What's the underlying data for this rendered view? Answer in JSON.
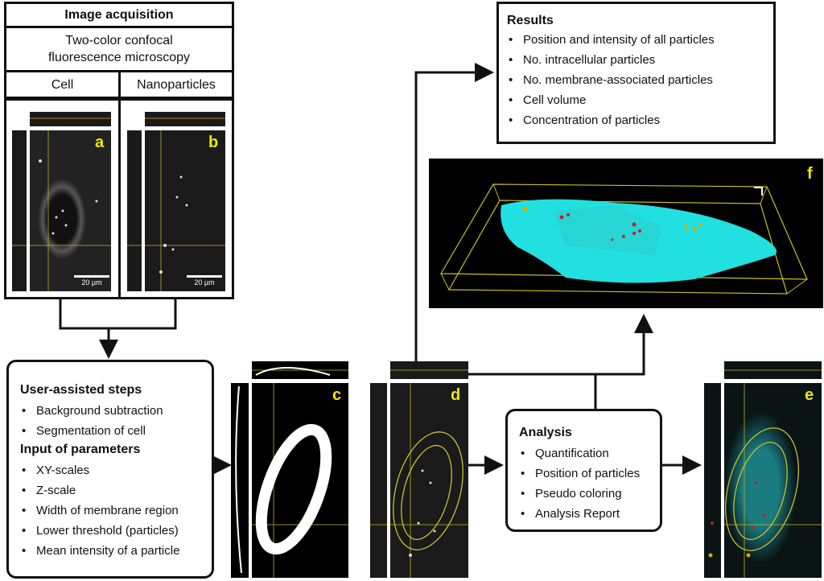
{
  "acquisition": {
    "title": "Image acquisition",
    "subtitle_line1": "Two-color confocal",
    "subtitle_line2": "fluorescence microscopy",
    "col_cell": "Cell",
    "col_nano": "Nanoparticles",
    "panel_a": "a",
    "panel_b": "b",
    "scale_a": "20 µm",
    "scale_b": "20 µm"
  },
  "user_steps": {
    "title": "User-assisted steps",
    "items": [
      "Background subtraction",
      "Segmentation of cell"
    ],
    "params_title": "Input of parameters",
    "params": [
      "XY-scales",
      "Z-scale",
      "Width of membrane region",
      "Lower threshold (particles)",
      "Mean intensity of a particle"
    ]
  },
  "panels": {
    "c": "c",
    "d": "d",
    "e": "e",
    "f": "f"
  },
  "analysis": {
    "title": "Analysis",
    "items": [
      "Quantification",
      "Position of particles",
      "Pseudo coloring",
      "Analysis Report"
    ]
  },
  "results": {
    "title": "Results",
    "items": [
      "Position and intensity of all particles",
      "No. intracellular particles",
      "No. membrane-associated particles",
      "Cell volume",
      "Concentration of particles"
    ]
  },
  "colors": {
    "label": "#f2e600",
    "cell3d": "#22e0e0",
    "particle_in": "#c0202a",
    "particle_mem": "#d0b000"
  }
}
